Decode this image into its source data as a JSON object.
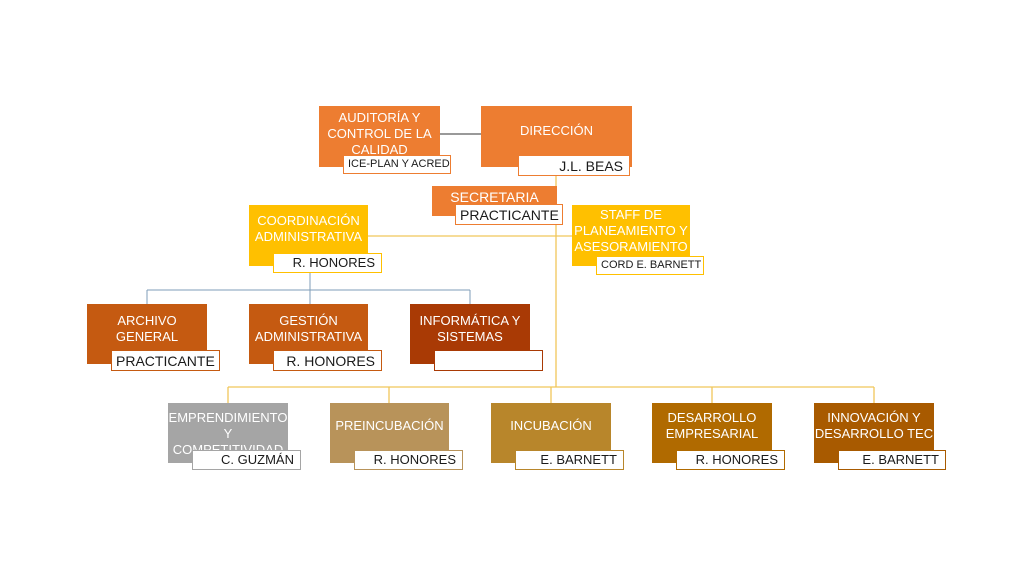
{
  "colors": {
    "top": "#ed7d31",
    "secretaria": "#ed7d31",
    "coordinacion": "#ffc000",
    "staff": "#ffc000",
    "level3": "#c55a11",
    "informatica": "#a93a05",
    "emprendimiento": "#a5a5a5",
    "preincubacion": "#b8935a",
    "incubacion": "#b8862b",
    "desarrollo": "#b06a00",
    "innovacion": "#a85a00",
    "connector_gold": "#f0c75a",
    "connector_blue": "#7f9db8",
    "connector_dark": "#333333"
  },
  "units": {
    "auditoria": {
      "title": "AUDITORÍA Y\nCONTROL DE LA\nCALIDAD",
      "person": "ICE-PLAN Y ACRED"
    },
    "direccion": {
      "title": "DIRECCIÓN",
      "person": "J.L. BEAS"
    },
    "secretaria": {
      "title": "SECRETARIA",
      "person": "PRACTICANTE"
    },
    "coordinacion": {
      "title": "COORDINACIÓN\nADMINISTRATIVA",
      "person": "R. HONORES"
    },
    "staff": {
      "title": "STAFF DE\nPLANEAMIENTO Y\nASESORAMIENTO",
      "person": "CORD E. BARNETT"
    },
    "archivo": {
      "title": "ARCHIVO\nGENERAL",
      "person": "PRACTICANTE"
    },
    "gestion": {
      "title": "GESTIÓN\nADMINISTRATIVA",
      "person": "R. HONORES"
    },
    "informatica": {
      "title": "INFORMÁTICA Y\nSISTEMAS",
      "person": ""
    },
    "emprendimiento": {
      "title": "EMPRENDIMIENTO\nY COMPETITIVIDAD",
      "person": "C. GUZMÁN"
    },
    "preincubacion": {
      "title": "PREINCUBACIÓN",
      "person": "R. HONORES"
    },
    "incubacion": {
      "title": "INCUBACIÓN",
      "person": "E. BARNETT"
    },
    "desarrollo": {
      "title": "DESARROLLO\nEMPRESARIAL",
      "person": "R. HONORES"
    },
    "innovacion": {
      "title": "INNOVACIÓN Y\nDESARROLLO TEC",
      "person": "E. BARNETT"
    }
  }
}
